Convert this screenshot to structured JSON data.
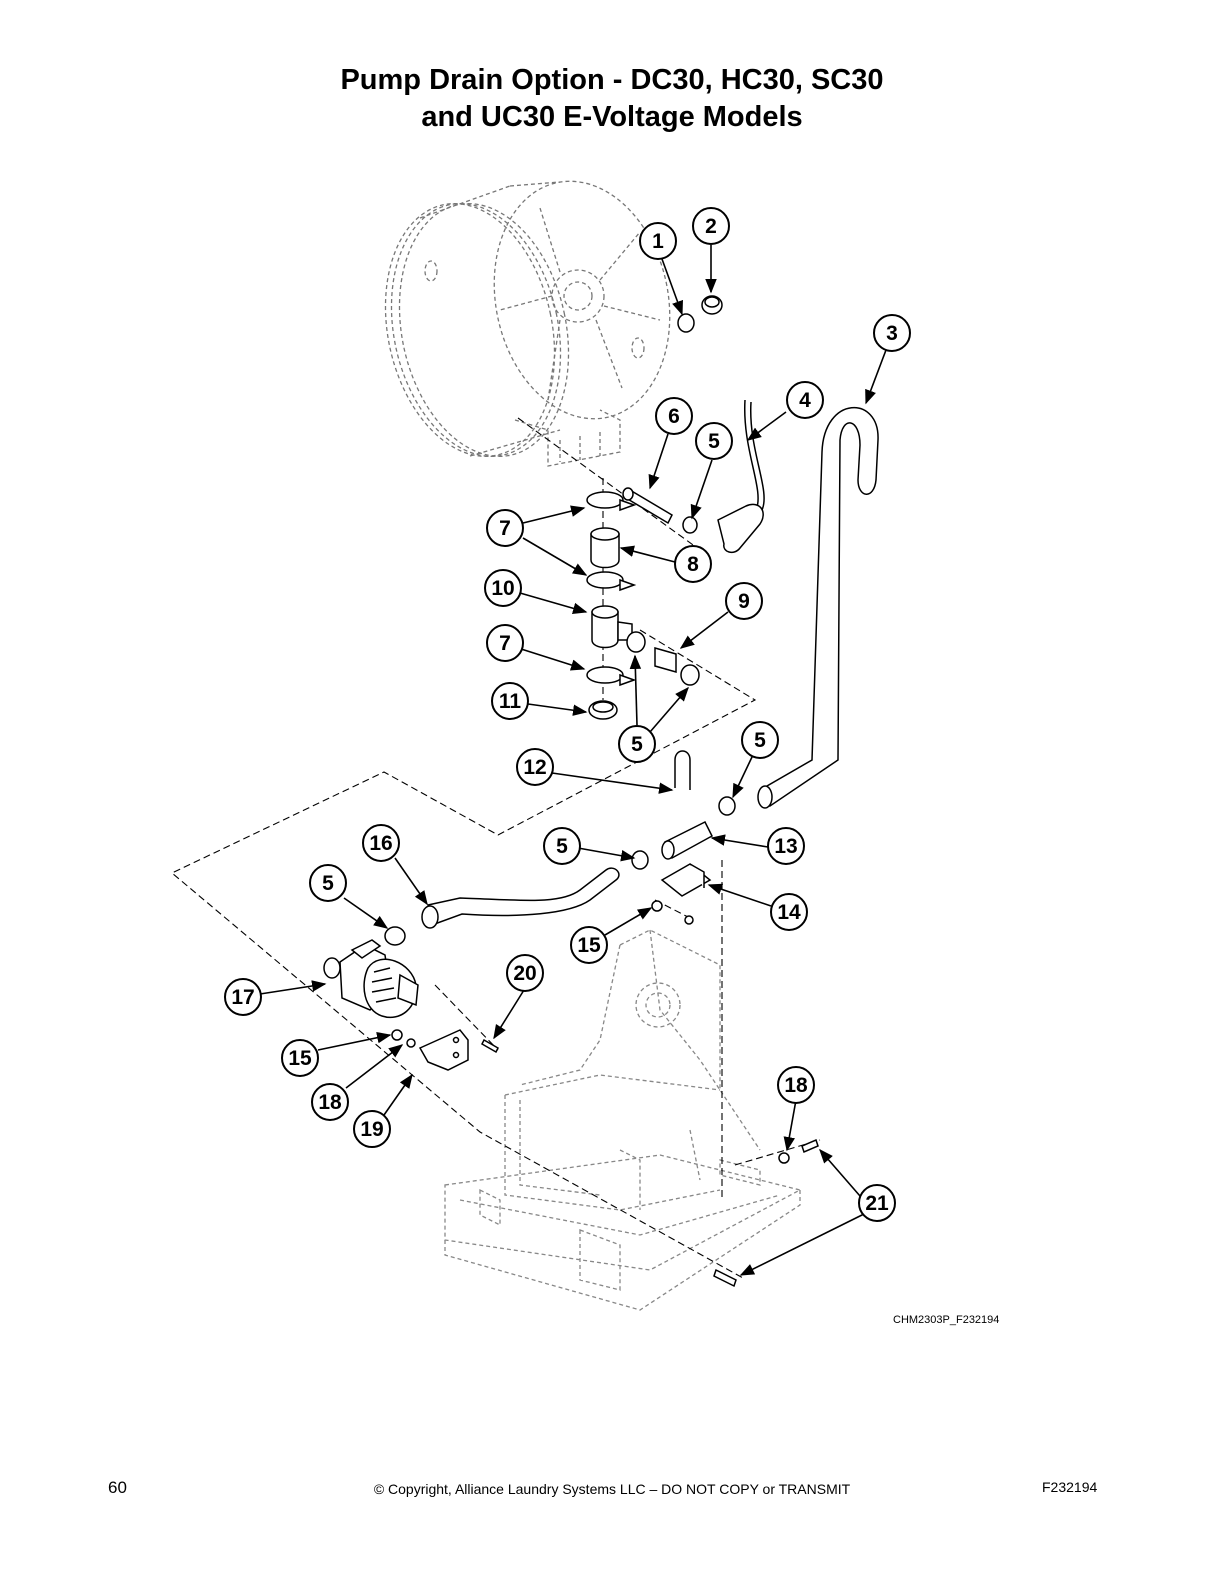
{
  "header": {
    "title_line1": "Pump Drain Option - DC30, HC30, SC30",
    "title_line2": "and UC30 E-Voltage Models"
  },
  "diagram": {
    "callouts": [
      {
        "id": "c1",
        "label": "1"
      },
      {
        "id": "c2",
        "label": "2"
      },
      {
        "id": "c3",
        "label": "3"
      },
      {
        "id": "c4",
        "label": "4"
      },
      {
        "id": "c5a",
        "label": "5"
      },
      {
        "id": "c6",
        "label": "6"
      },
      {
        "id": "c7a",
        "label": "7"
      },
      {
        "id": "c8",
        "label": "8"
      },
      {
        "id": "c10",
        "label": "10"
      },
      {
        "id": "c9",
        "label": "9"
      },
      {
        "id": "c7b",
        "label": "7"
      },
      {
        "id": "c11",
        "label": "11"
      },
      {
        "id": "c5b",
        "label": "5"
      },
      {
        "id": "c5c",
        "label": "5"
      },
      {
        "id": "c12",
        "label": "12"
      },
      {
        "id": "c16",
        "label": "16"
      },
      {
        "id": "c5d",
        "label": "5"
      },
      {
        "id": "c13",
        "label": "13"
      },
      {
        "id": "c5e",
        "label": "5"
      },
      {
        "id": "c14",
        "label": "14"
      },
      {
        "id": "c15a",
        "label": "15"
      },
      {
        "id": "c20",
        "label": "20"
      },
      {
        "id": "c17",
        "label": "17"
      },
      {
        "id": "c15b",
        "label": "15"
      },
      {
        "id": "c18a",
        "label": "18"
      },
      {
        "id": "c19",
        "label": "19"
      },
      {
        "id": "c18b",
        "label": "18"
      },
      {
        "id": "c21",
        "label": "21"
      }
    ],
    "reference_code": "CHM2303P_F232194"
  },
  "footer": {
    "page_number": "60",
    "copyright": "© Copyright, Alliance Laundry Systems LLC – DO NOT COPY or TRANSMIT",
    "doc_id": "F232194"
  }
}
